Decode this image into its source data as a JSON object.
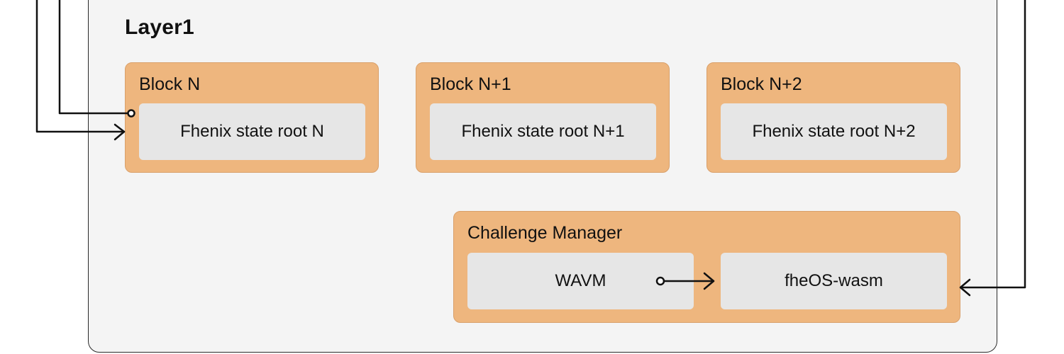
{
  "layer": {
    "title": "Layer1"
  },
  "blocks": [
    {
      "title": "Block N",
      "state_root": "Fhenix state root N"
    },
    {
      "title": "Block N+1",
      "state_root": "Fhenix state root N+1"
    },
    {
      "title": "Block N+2",
      "state_root": "Fhenix state root N+2"
    }
  ],
  "challenge_manager": {
    "title": "Challenge Manager",
    "wavm": "WAVM",
    "fheos": "fheOS-wasm"
  },
  "colors": {
    "container_fill": "#f4f4f4",
    "block_fill": "#eeb67e",
    "inner_fill": "#e6e6e6",
    "line": "#111111"
  }
}
